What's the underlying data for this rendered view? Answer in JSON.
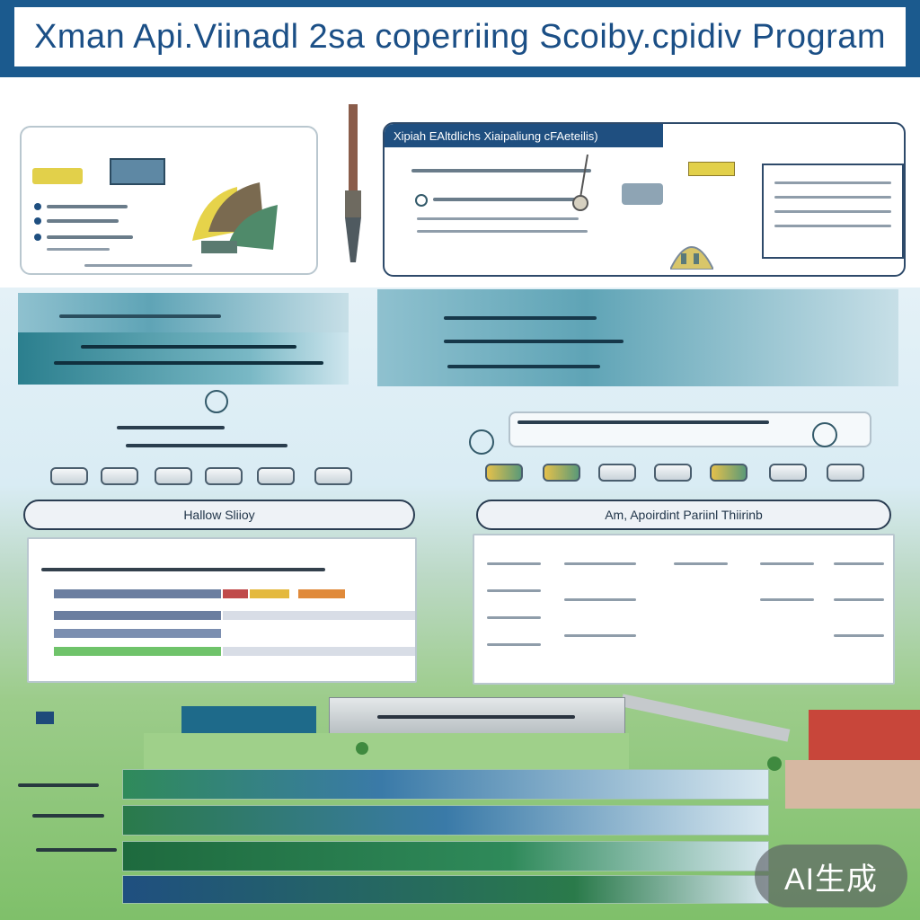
{
  "banner": {
    "title": "Xman Api.Viinadl 2sa coperriing Scoiby.cpidiv Program"
  },
  "panels": {
    "top_right_header": "Xipiah EAltdlichs Xiaipaliung cFAeteilis)",
    "bottom_left_pill": "Hallow Sliioy",
    "bottom_right_pill": "Am, Apoirdint Pariinl Thiirinb"
  },
  "watermark": {
    "label": "AI生成"
  },
  "colors": {
    "banner": "#1b5a8e",
    "accent_yellow": "#e2d04a",
    "teal": "#2b7f8e",
    "grass": "#8cc87a",
    "brick": "#c8463a"
  }
}
